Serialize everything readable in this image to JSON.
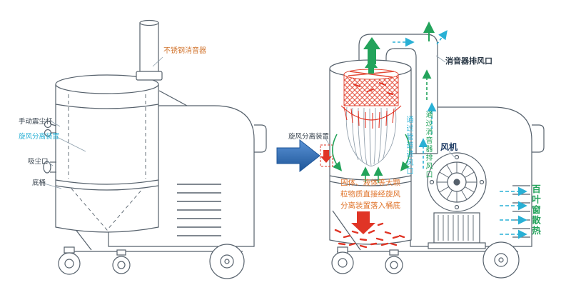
{
  "page": {
    "background": "#ffffff"
  },
  "left_view": {
    "labels": {
      "muffler": "不锈钢消音器",
      "shake_rod": "手动震尘杆",
      "cyclone": "旋风分离装置",
      "suction_port": "吸尘口",
      "bucket": "底桶"
    }
  },
  "right_view": {
    "labels": {
      "cyclone": "旋风分离装置",
      "muffler_outlet": "消音器排风口",
      "pipe_inlet_vertical": "通过管道进风口",
      "muffler_exhaust_vertical": "通过消音器排风口",
      "fan": "风机",
      "louver_vertical": "百叶窗散热",
      "particles_line1": "固体、液体等大颗",
      "particles_line2": "粒物质直接经旋风",
      "particles_line3": "分离装置落入桶底"
    }
  },
  "colors": {
    "outline": "#56616c",
    "cyan": "#29b0d5",
    "green": "#23a35b",
    "orange": "#e0762e",
    "red": "#e03526",
    "navy": "#1d3a63",
    "arrow_blue": "#2f6db8"
  }
}
